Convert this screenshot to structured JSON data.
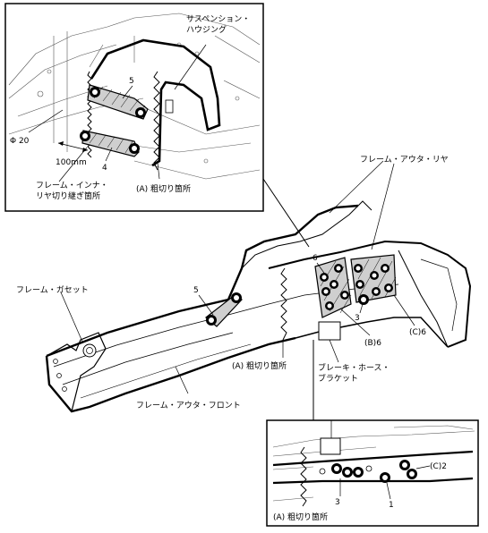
{
  "labels": {
    "suspension_housing": "サスペンション・\nハウジング",
    "phi20": "Φ 20",
    "dim_100mm": "100mm",
    "frame_inner_rear_joint": "フレーム・インナ・\nリヤ切り継ぎ箇所",
    "rough_cut_top": "(A) 粗切り箇所",
    "frame_outer_rear": "フレーム・アウタ・リヤ",
    "frame_gusset": "フレーム・ガセット",
    "rough_cut_mid": "(A) 粗切り箇所",
    "frame_outer_front": "フレーム・アウタ・フロント",
    "brake_hose_bracket": "ブレーキ・ホース・\nブラケット",
    "b6": "(B)6",
    "c6": "(C)6",
    "c2": "(C)2",
    "rough_cut_bottom": "(A) 粗切り箇所"
  },
  "callouts": {
    "top_5": "5",
    "top_4": "4",
    "main_6": "6",
    "main_5": "5",
    "main_3": "3",
    "detail_3": "3",
    "detail_1": "1"
  }
}
